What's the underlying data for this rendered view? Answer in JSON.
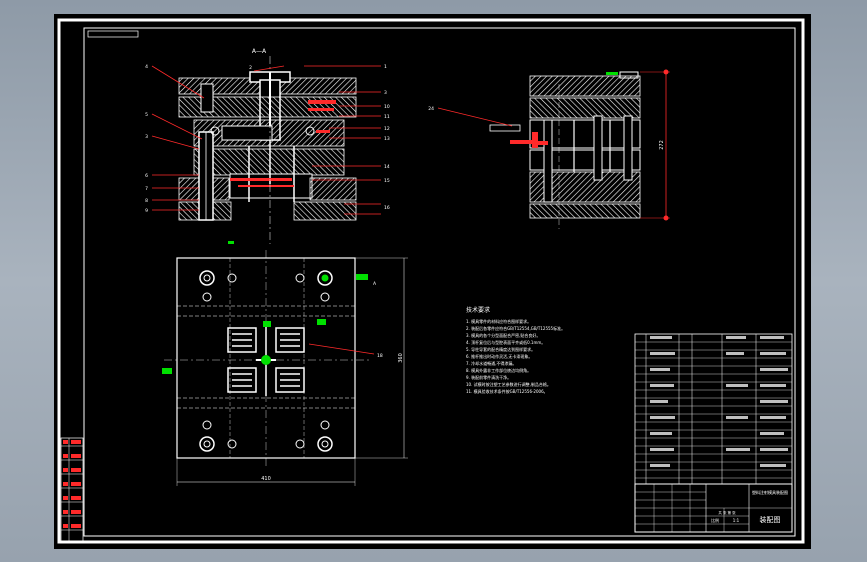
{
  "colors": {
    "background": "#a3adb8",
    "paper": "#000000",
    "line": "#ffffff",
    "dimension": "#ff2a2a",
    "highlight": "#00e000"
  },
  "section_title": "A—A",
  "view_tag": "A",
  "callouts_left": [
    "4",
    "5",
    "3",
    "6",
    "7",
    "8",
    "9"
  ],
  "callouts_right": [
    "1",
    "2",
    "3",
    "10",
    "11",
    "12",
    "13",
    "14",
    "15",
    "16"
  ],
  "right_view_label": "24",
  "right_view_dim": "272",
  "plan_dims": {
    "height": "360",
    "width": "410",
    "right_callout": "18"
  },
  "tech_requirements": {
    "title": "技术要求",
    "items": [
      "1. 模具零件的材料应符合图样要求。",
      "2. 装配后各零件应符合GB/T12554,GB/T12555标准。",
      "3. 模具的各个分型面配合严密,贴合良好。",
      "4. 顶杆复位后与型腔表面平齐或低0.1mm。",
      "5. 导柱导套的配合精度达到图样要求。",
      "6. 推杆推出时动作灵活,无卡滞现象。",
      "7. 冷却水道畅通,不得渗漏。",
      "8. 模具外露非工作部位棱边均倒角。",
      "9. 装配前零件清洗干净。",
      "10. 试模时按注塑工艺参数进行调整,制品合格。",
      "11. 模具验收技术条件按GB/T12556-2006。"
    ]
  },
  "title_block": {
    "drawing_name": "装配图",
    "school": "塑料注射模具装配图",
    "scale": "1:1",
    "ratio_label": "比例",
    "sheet_label": "共 张 第 张"
  }
}
